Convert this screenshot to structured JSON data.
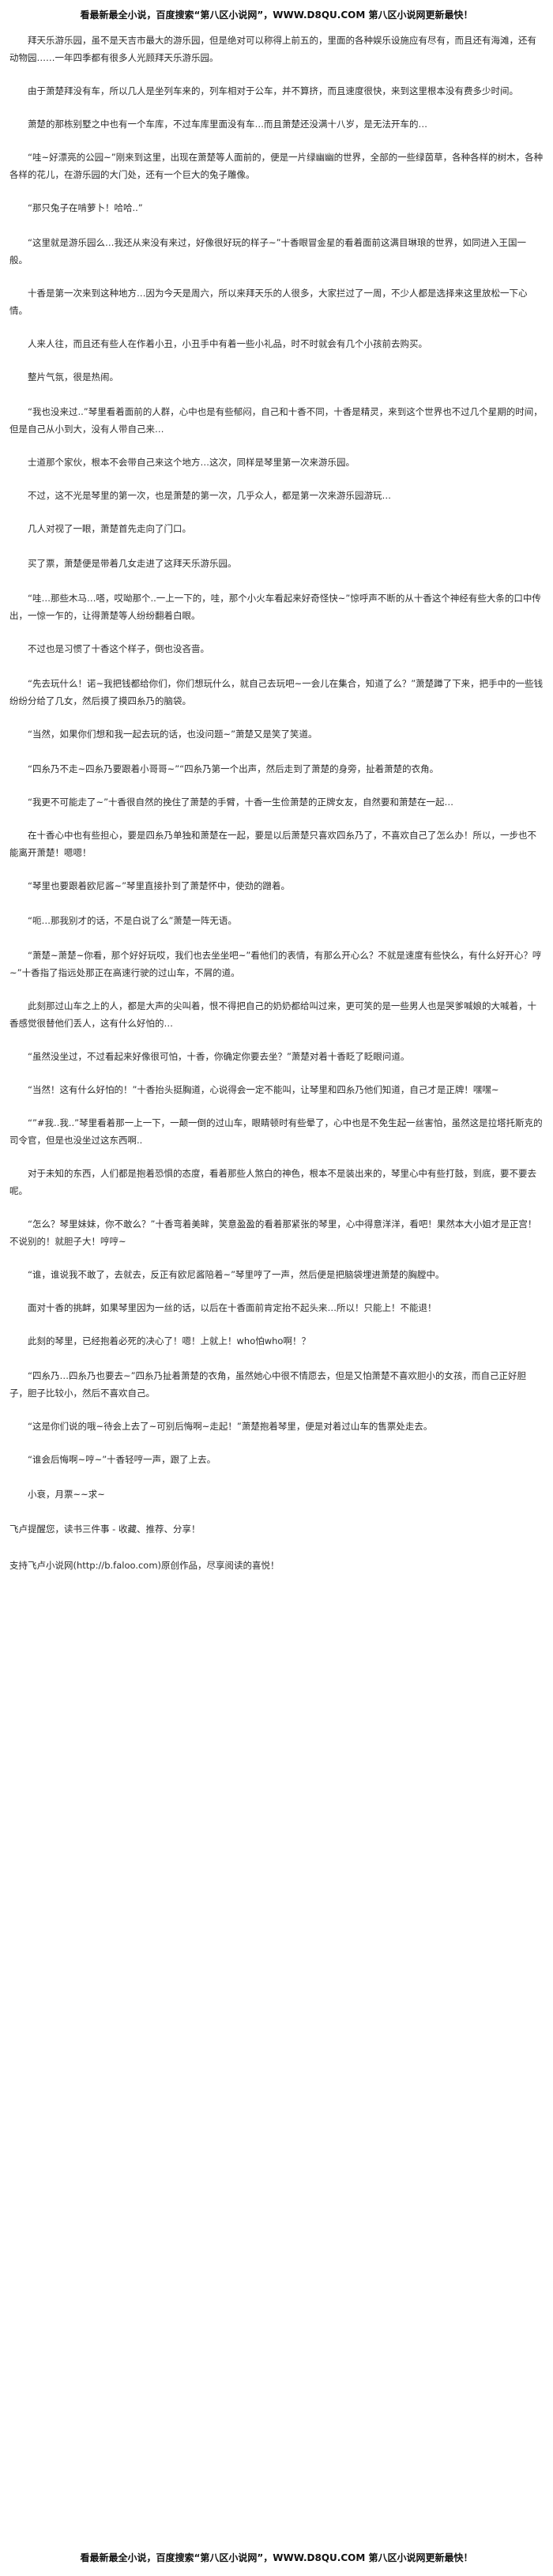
{
  "ad_top": "看最新最全小说，百度搜索“第八区小说网”，WWW.D8QU.COM 第八区小说网更新最快！",
  "ad_bottom": "看最新最全小说，百度搜索“第八区小说网”，WWW.D8QU.COM 第八区小说网更新最快！",
  "paragraphs": [
    "拜天乐游乐园，虽不是天吉市最大的游乐园，但是绝对可以称得上前五的，里面的各种娱乐设施应有尽有，而且还有海滩，还有动物园……一年四季都有很多人光顾拜天乐游乐园。",
    "由于萧楚拜没有车，所以几人是坐列车来的，列车相对于公车，并不算挤，而且速度很快，来到这里根本没有费多少时间。",
    "萧楚的那栋别墅之中也有一个车库，不过车库里面没有车…而且萧楚还没满十八岁，是无法开车的…",
    "“哇~好漂亮的公园~”刚来到这里，出现在萧楚等人面前的，便是一片绿幽幽的世界，全部的一些绿茵草，各种各样的树木，各种各样的花儿，在游乐园的大门处，还有一个巨大的兔子雕像。",
    "“那只兔子在啃萝卜！哈哈..”",
    "“这里就是游乐园么…我还从来没有来过，好像很好玩的样子~”十香眼冒金星的看着面前这满目琳琅的世界，如同进入王国一般。",
    "十香是第一次来到这种地方…因为今天是周六，所以来拜天乐的人很多，大家拦过了一周，不少人都是选择来这里放松一下心情。",
    "人来人往，而且还有些人在作着小丑，小丑手中有着一些小礼品，时不时就会有几个小孩前去购买。",
    "整片气氛，很是热闹。",
    "“我也没来过..”琴里看着面前的人群，心中也是有些郁闷，自己和十香不同，十香是精灵，来到这个世界也不过几个星期的时间，但是自己从小到大，没有人带自己来…",
    "士道那个家伙，根本不会带自己来这个地方…这次，同样是琴里第一次来游乐园。",
    "不过，这不光是琴里的第一次，也是萧楚的第一次，几乎众人，都是第一次来游乐园游玩…",
    "几人对视了一眼，萧楚首先走向了门口。",
    "买了票，萧楚便是带着几女走进了这拜天乐游乐园。",
    "“哇…那些木马…嗒，哎呦那个..一上一下的，哇，那个小火车看起来好奇怪快~”惊呼声不断的从十香这个神经有些大条的口中传出，一惊一乍的，让得萧楚等人纷纷翻着白眼。",
    "不过也是习惯了十香这个样子，倒也没吝啬。",
    "“先去玩什么！诺~我把钱都给你们，你们想玩什么，就自己去玩吧~一会儿在集合，知道了么？”萧楚蹲了下来，把手中的一些钱纷纷分给了几女，然后摸了摸四糸乃的脑袋。",
    "“当然，如果你们想和我一起去玩的话，也没问题~”萧楚又是笑了笑道。",
    "“四糸乃不走~四糸乃要跟着小哥哥~”“四糸乃第一个出声，然后走到了萧楚的身旁，扯着萧楚的衣角。",
    "“我更不可能走了~”十香很自然的挽住了萧楚的手臂，十香一生俭萧楚的正牌女友，自然要和萧楚在一起…",
    "在十香心中也有些担心，要是四糸乃单独和萧楚在一起，要是以后萧楚只喜欢四糸乃了，不喜欢自己了怎么办！所以，一步也不能离开萧楚！嗯嗯！",
    "“琴里也要跟着欧尼酱~”琴里直接扑到了萧楚怀中，使劲的蹭着。",
    "“呃…那我别才的话，不是白说了么”萧楚一阵无语。",
    "“萧楚~萧楚~你看，那个好好玩哎，我们也去坐坐吧~”看他们的表情，有那么开心么？不就是速度有些快么，有什么好开心？哼~”十香指了指远处那正在高速行驶的过山车，不屑的道。",
    "此刻那过山车之上的人，都是大声的尖叫着，恨不得把自己的奶奶都给叫过来，更可笑的是一些男人也是哭爹喊娘的大喊着，十香感觉很替他们丢人，这有什么好怕的…",
    "“虽然没坐过，不过看起来好像很可怕，十香，你确定你要去坐？”萧楚对着十香眨了眨眼问道。",
    "“当然！这有什么好怕的！”十香抬头挺胸道，心说得会一定不能叫，让琴里和四糸乃他们知道，自己才是正牌！嘿嘿~",
    "“”#我..我..”琴里看着那一上一下，一颠一倒的过山车，眼睛顿时有些晕了，心中也是不免生起一丝害怕，虽然这是拉塔托斯克的司令官，但是也没坐过这东西啊..",
    "对于未知的东西，人们都是抱着恐惧的态度，看着那些人煞白的神色，根本不是装出来的，琴里心中有些打鼓，到底，要不要去呢。",
    "“怎么？琴里妹妹，你不敢么？”十香弯着美眸，笑意盈盈的看着那紧张的琴里，心中得意洋洋，看吧！果然本大小姐才是正宫！不说别的！就胆子大！哼哼~",
    "“谁，谁说我不敢了，去就去，反正有欧尼酱陪着~”琴里哼了一声，然后便是把脑袋埋进萧楚的胸膛中。",
    "面对十香的挑衅，如果琴里因为一丝的话，以后在十香面前肯定抬不起头来…所以！只能上！不能退！",
    "此刻的琴里，已经抱着必死的决心了！嗯！上就上！who怕who啊！？",
    "“四糸乃…四糸乃也要去~”四糸乃扯着萧楚的衣角，虽然她心中很不情愿去，但是又怕萧楚不喜欢胆小的女孩，而自己正好胆子，胆子比较小，然后不喜欢自己。",
    "“这是你们说的哦~待会上去了~可别后悔啊~走起！”萧楚抱着琴里，便是对着过山车的售票处走去。",
    "“谁会后悔啊~哼~”十香轻哼一声，跟了上去。",
    "小衰，月票~~求~"
  ],
  "footer_notice": "飞卢提醒您，读书三件事 - 收藏、推荐、分享！",
  "footer_support": "支持飞卢小说网(http://b.faloo.com)原创作品，尽享阅读的喜悦！"
}
